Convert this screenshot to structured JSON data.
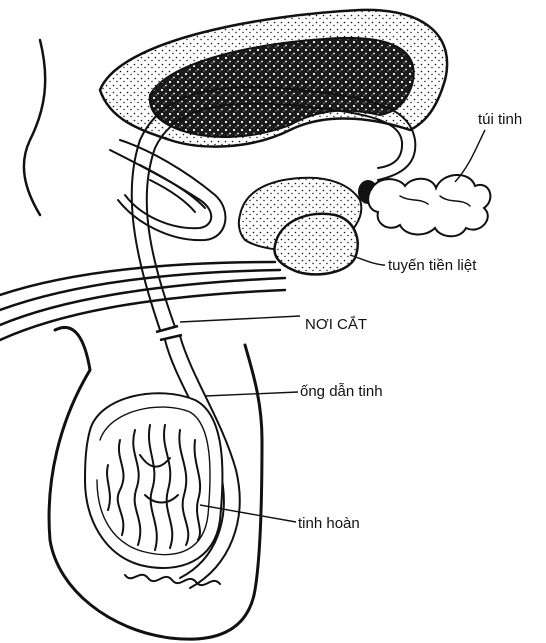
{
  "labels": {
    "seminal_vesicle": "túi tinh",
    "prostate": "tuyến tiền liệt",
    "cut_site": "NƠI CẮT",
    "vas_deferens": "ống dẫn tinh",
    "testis": "tinh hoàn"
  },
  "colors": {
    "ink": "#111111",
    "paper": "#ffffff",
    "bladder_fill": "#2a2a2a"
  }
}
